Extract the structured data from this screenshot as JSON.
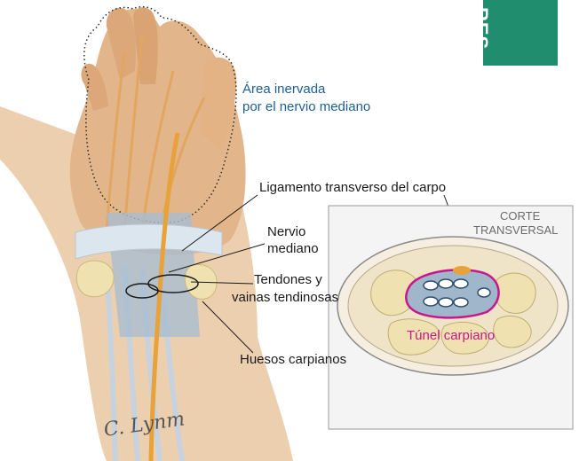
{
  "tab": {
    "text": "RES",
    "color": "#1f8d6e"
  },
  "labels": {
    "area_line1": "Área inervada",
    "area_line2": "por el nervio mediano",
    "ligamento": "Ligamento transverso del carpo",
    "nervio_line1": "Nervio",
    "nervio_line2": "mediano",
    "tendones_line1": "Tendones y",
    "tendones_line2": "vainas tendinosas",
    "huesos": "Huesos carpianos",
    "corte_line1": "CORTE",
    "corte_line2": "TRANSVERSAL",
    "tunel": "Túnel carpiano"
  },
  "signature": "C. Lynm",
  "colors": {
    "skin": "#e9c9a3",
    "bone": "#efe2b0",
    "tendon": "#a9bdd1",
    "nerve": "#e8a23a",
    "ligament": "#dce6ee",
    "label_blue": "#1f5f93",
    "label_magenta": "#c8168c"
  }
}
